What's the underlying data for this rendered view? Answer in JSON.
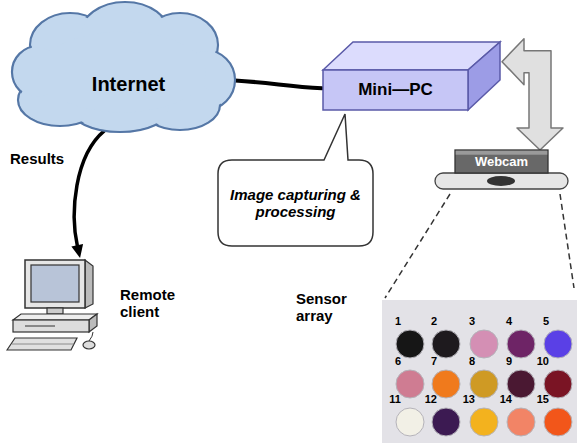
{
  "diagram": {
    "nodes": [
      {
        "text": [
          "Internet"
        ]
      },
      {
        "text": [
          "Mini—PC"
        ]
      },
      {
        "text": [
          "Image capturing & processing"
        ]
      },
      {
        "text": [
          "Webcam"
        ]
      },
      {
        "text": [
          "Remote client"
        ]
      },
      {
        "text": [
          "Sensor array"
        ]
      }
    ],
    "edges": [
      {
        "from": 0,
        "to": 1,
        "arrow": "none"
      },
      {
        "from": 0,
        "to": 4,
        "label": "Results",
        "arrow": "to"
      },
      {
        "from": 1,
        "to": 3,
        "arrow": "both"
      }
    ],
    "labels": [
      "1",
      "2",
      "3",
      "4",
      "5",
      "6",
      "7",
      "8",
      "9",
      "10",
      "11",
      "12",
      "13",
      "14",
      "15"
    ]
  }
}
